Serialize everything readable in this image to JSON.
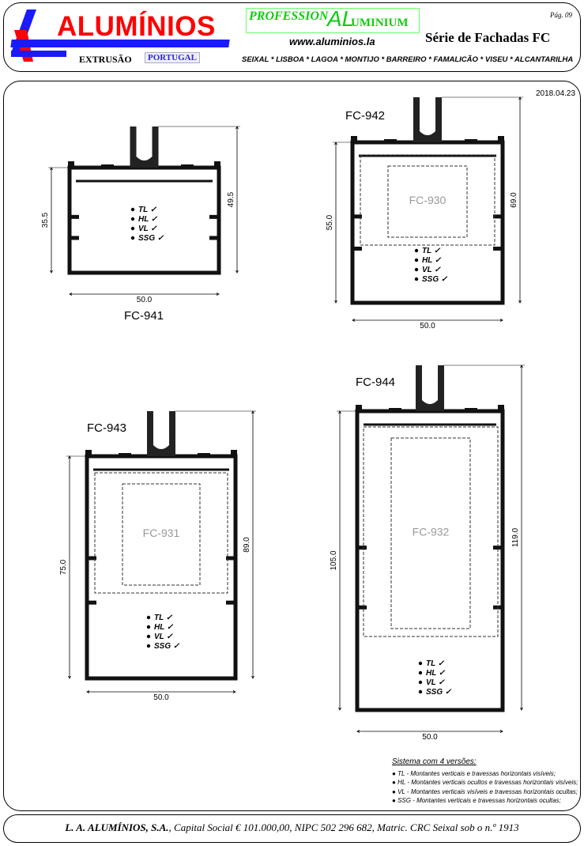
{
  "header": {
    "logo_text": "ALUMÍNIOS",
    "extrusao": "EXTRUSÃO",
    "portugal": "PORTUGAL",
    "profession_1": "PROFESSION",
    "profession_2": "AL",
    "profession_3": "UMINIUM",
    "website": "www.aluminios.la",
    "series_title": "Série de Fachadas FC",
    "page": "Pág. 09",
    "cities": "SEIXAL * LISBOA * LAGOA * MONTIJO * BARREIRO * FAMALICÃO * VISEU * ALCANTARILHA",
    "brand_red": "#ff0000",
    "brand_blue": "#1a1aff"
  },
  "date": "2018.04.23",
  "profiles": [
    {
      "name": "FC-941",
      "inner": "",
      "height_inner": "35.5",
      "height_total": "49.5",
      "width": "50.0",
      "versions": [
        "TL ✓",
        "HL ✓",
        "VL ✓",
        "SSG ✓"
      ]
    },
    {
      "name": "FC-942",
      "inner": "FC-930",
      "height_inner": "55.0",
      "height_total": "69.0",
      "width": "50.0",
      "versions": [
        "TL ✓",
        "HL ✓",
        "VL ✓",
        "SSG ✓"
      ]
    },
    {
      "name": "FC-943",
      "inner": "FC-931",
      "height_inner": "75.0",
      "height_total": "89.0",
      "width": "50.0",
      "versions": [
        "TL ✓",
        "HL ✓",
        "VL ✓",
        "SSG ✓"
      ]
    },
    {
      "name": "FC-944",
      "inner": "FC-932",
      "height_inner": "105.0",
      "height_total": "119.0",
      "width": "50.0",
      "versions": [
        "TL ✓",
        "HL ✓",
        "VL ✓",
        "SSG ✓"
      ]
    }
  ],
  "legend": {
    "title": "Sistema com 4 versões:",
    "items": [
      "TL - Montantes verticais e travessas horizontais visíveis;",
      "HL - Montantes verticais ocultos e travessas horizontais visíveis;",
      "VL - Montantes verticais visíveis e travessas horizontais ocultas;",
      "SSG - Montantes verticais e travessas horizontais ocultas;"
    ]
  },
  "footer": {
    "company": "L. A. ALUMÍNIOS, S.A.",
    "details": ", Capital Social € 101.000,00, NIPC 502 296 682, Matric. CRC Seixal sob o n.º 1913"
  }
}
